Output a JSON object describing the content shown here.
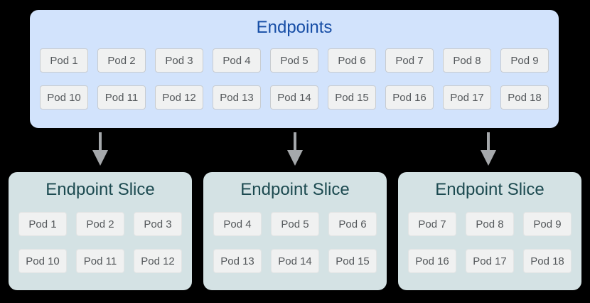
{
  "diagram": {
    "endpoints": {
      "title": "Endpoints",
      "pods_row1": [
        "Pod 1",
        "Pod 2",
        "Pod 3",
        "Pod 4",
        "Pod 5",
        "Pod 6",
        "Pod 7",
        "Pod 8",
        "Pod 9"
      ],
      "pods_row2": [
        "Pod 10",
        "Pod 11",
        "Pod 12",
        "Pod 13",
        "Pod 14",
        "Pod 15",
        "Pod 16",
        "Pod 17",
        "Pod 18"
      ]
    },
    "slices": [
      {
        "title": "Endpoint Slice",
        "pods_row1": [
          "Pod 1",
          "Pod 2",
          "Pod 3"
        ],
        "pods_row2": [
          "Pod 10",
          "Pod 11",
          "Pod 12"
        ]
      },
      {
        "title": "Endpoint Slice",
        "pods_row1": [
          "Pod 4",
          "Pod 5",
          "Pod 6"
        ],
        "pods_row2": [
          "Pod 13",
          "Pod 14",
          "Pod 15"
        ]
      },
      {
        "title": "Endpoint Slice",
        "pods_row1": [
          "Pod 7",
          "Pod 8",
          "Pod 9"
        ],
        "pods_row2": [
          "Pod 16",
          "Pod 17",
          "Pod 18"
        ]
      }
    ],
    "colors": {
      "background": "#000000",
      "endpoints_fill": "#d2e3fc",
      "endpoints_title": "#174ea6",
      "slice_fill": "#d4e2e4",
      "slice_title": "#1c4a50",
      "pod_fill": "#f0f1f1",
      "pod_border": "#c8ccd0",
      "slice_pod_border": "#e2e4e4",
      "pod_text": "#54585b",
      "arrow": "#a5a8ab"
    }
  }
}
